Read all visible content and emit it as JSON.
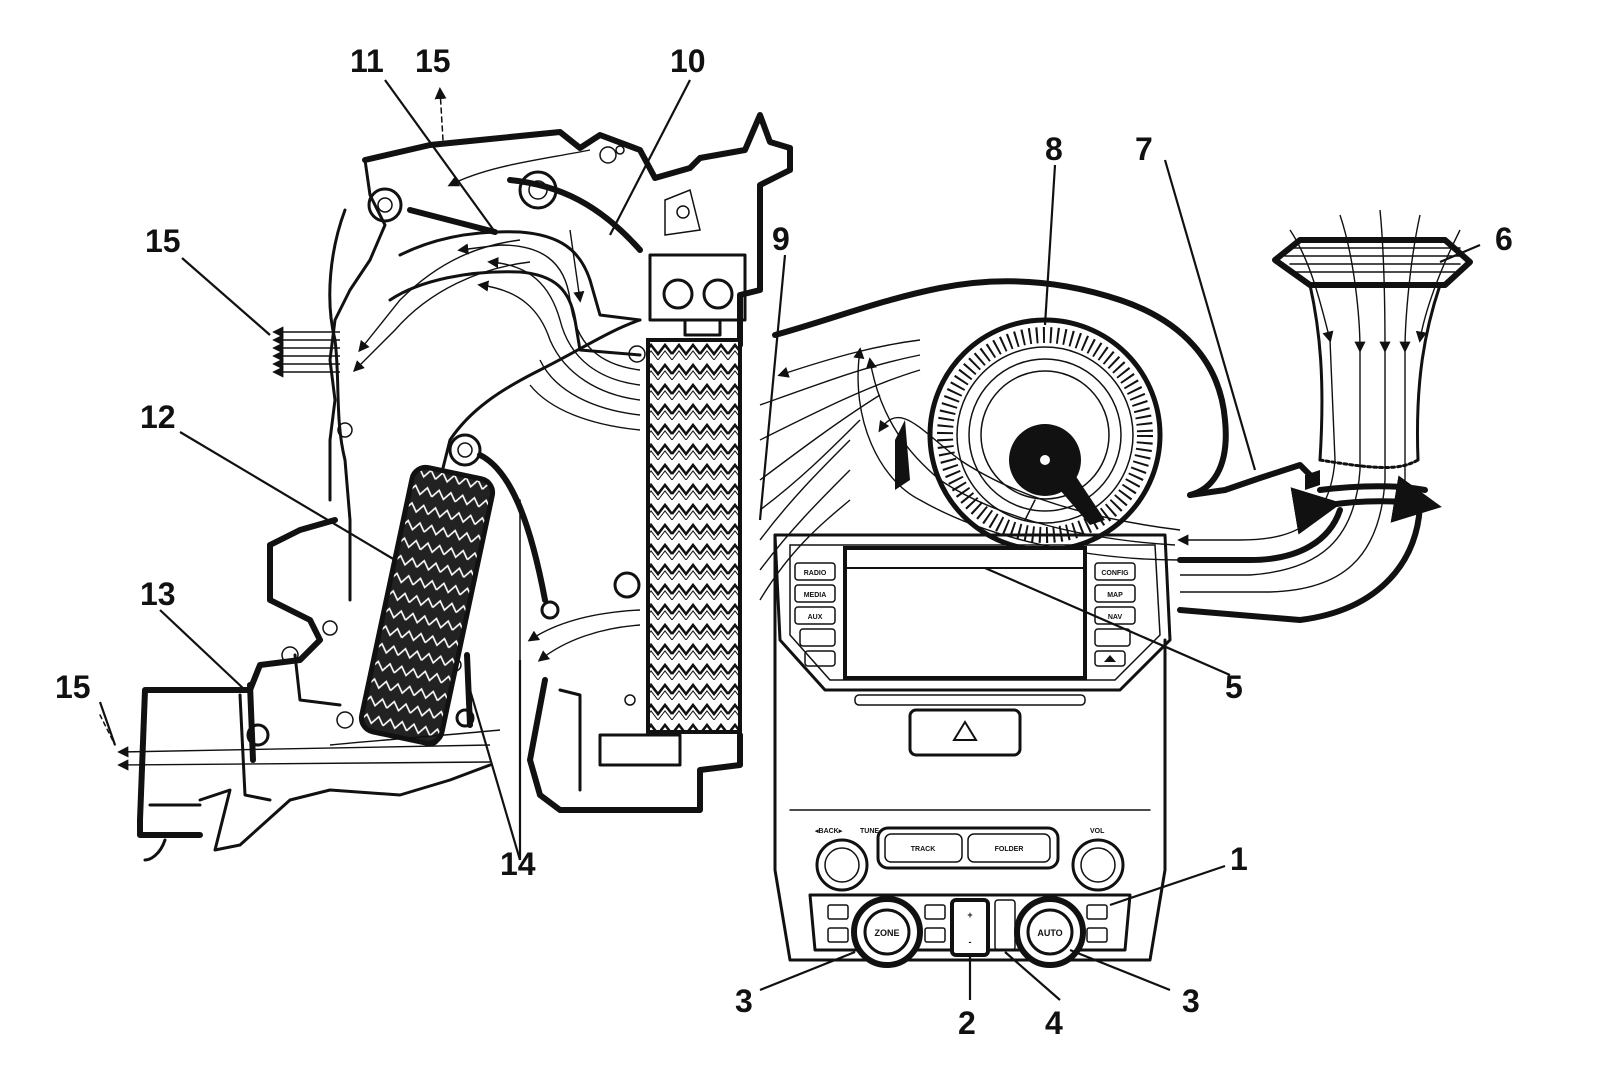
{
  "callouts": {
    "c1": "1",
    "c2": "2",
    "c3a": "3",
    "c3b": "3",
    "c4": "4",
    "c5": "5",
    "c6": "6",
    "c7": "7",
    "c8": "8",
    "c9": "9",
    "c10": "10",
    "c11": "11",
    "c12": "12",
    "c13": "13",
    "c14": "14",
    "c15a": "15",
    "c15b": "15",
    "c15c": "15"
  },
  "radio_panel": {
    "left_buttons": [
      "RADIO",
      "MEDIA",
      "AUX"
    ],
    "right_buttons": [
      "CONFIG",
      "MAP",
      "NAV"
    ],
    "back_label": "◂BACK▸",
    "tune_label": "TUNE",
    "vol_label": "VOL",
    "track_label": "TRACK",
    "folder_label": "FOLDER"
  },
  "hvac_panel": {
    "zone_knob_label": "ZONE",
    "auto_knob_label": "AUTO",
    "fan_plus": "+",
    "fan_minus": "-"
  }
}
